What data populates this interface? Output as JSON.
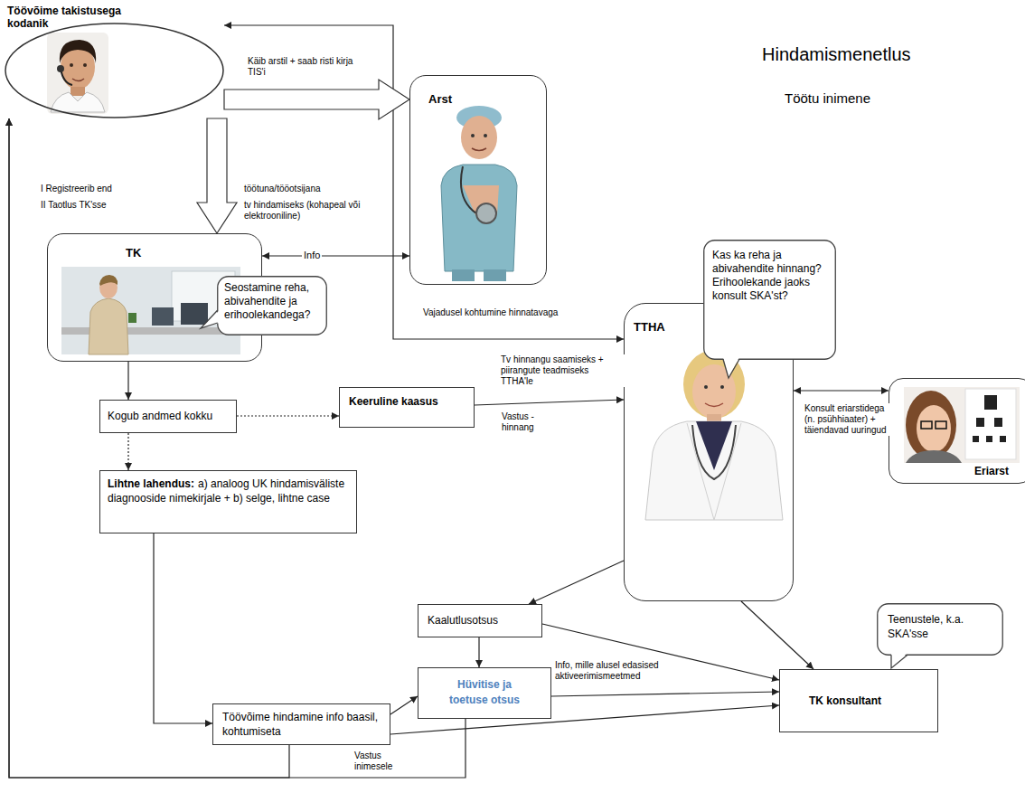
{
  "diagram": {
    "title": "Hindamismenetlus",
    "nodes": [
      {
        "text": [
          "Töövõime takistusega kodanik"
        ]
      },
      {
        "text": [
          "Arst"
        ]
      },
      {
        "text": [
          "TK"
        ]
      },
      {
        "text": [
          "Seostamine reha, abivahendite ja erihoolekandega?"
        ]
      },
      {
        "text": [
          "Kogub andmed kokku"
        ]
      },
      {
        "text": [
          "Keeruline kaasus"
        ]
      },
      {
        "text": [
          "TTHA"
        ]
      },
      {
        "text": [
          "Kas ka reha ja abivahendite hinnang? Erihoolekande jaoks konsult SKA'st?"
        ]
      },
      {
        "text": [
          "Eriarst"
        ]
      },
      {
        "text": [
          "Lihtne lahendus:",
          "a) analoog UK hindamisväliste diagnooside nimekirjale + b) selge, lihtne case"
        ]
      },
      {
        "text": [
          "Kaalutlusotsus"
        ]
      },
      {
        "text": [
          "Hüvitise ja toetuse otsus"
        ]
      },
      {
        "text": [
          "Töövõime hindamine info baasil, kohtumiseta"
        ]
      },
      {
        "text": [
          "TK konsultant"
        ]
      },
      {
        "text": [
          "Teenustele, k.a. SKA'sse"
        ]
      }
    ],
    "edges": [
      {
        "from": 0,
        "to": 1,
        "arrow": "to",
        "label": "Käib arstil + saab risti kirja TIS'i"
      },
      {
        "from": 0,
        "to": 2,
        "arrow": "to"
      },
      {
        "from": 2,
        "to": 1,
        "arrow": "both",
        "label": "Info"
      },
      {
        "from": 0,
        "to": 6,
        "arrow": "both",
        "label": "Vajadusel kohtumine hinnatavaga"
      },
      {
        "from": 2,
        "to": 4,
        "arrow": "to"
      },
      {
        "from": 4,
        "to": 5,
        "arrow": "to"
      },
      {
        "from": 4,
        "to": 9,
        "arrow": "to"
      },
      {
        "from": 5,
        "to": 6,
        "arrow": "to",
        "label": "Tv hinnangu saamiseks + piirangute teadmiseks TTHA'le"
      },
      {
        "from": 6,
        "to": 8,
        "arrow": "both",
        "label": "Konsult eriarstidega (n. psühhiaater) + täiendavad uuringud"
      },
      {
        "from": 9,
        "to": 12,
        "arrow": "to"
      },
      {
        "from": 6,
        "to": 10,
        "arrow": "to"
      },
      {
        "from": 10,
        "to": 11,
        "arrow": "to"
      },
      {
        "from": 12,
        "to": 11,
        "arrow": "to"
      },
      {
        "from": 10,
        "to": 13,
        "arrow": "to",
        "label": "Info, mille alusel edasised aktiveerimismeetmed"
      },
      {
        "from": 6,
        "to": 13,
        "arrow": "to"
      },
      {
        "from": 11,
        "to": 13,
        "arrow": "to"
      },
      {
        "from": 12,
        "to": 13,
        "arrow": "to"
      },
      {
        "from": 12,
        "to": 0,
        "arrow": "to"
      },
      {
        "from": 11,
        "to": 0,
        "arrow": "to",
        "label": "Vastus inimesele"
      }
    ],
    "labels": [
      "Töötu inimene",
      "I Registreerib end",
      "töötuna/tööotsijana",
      "II Taotlus TK'sse",
      "tv hindamiseks (kohapeal või elektrooniline)",
      "Vastus - hinnang"
    ]
  }
}
